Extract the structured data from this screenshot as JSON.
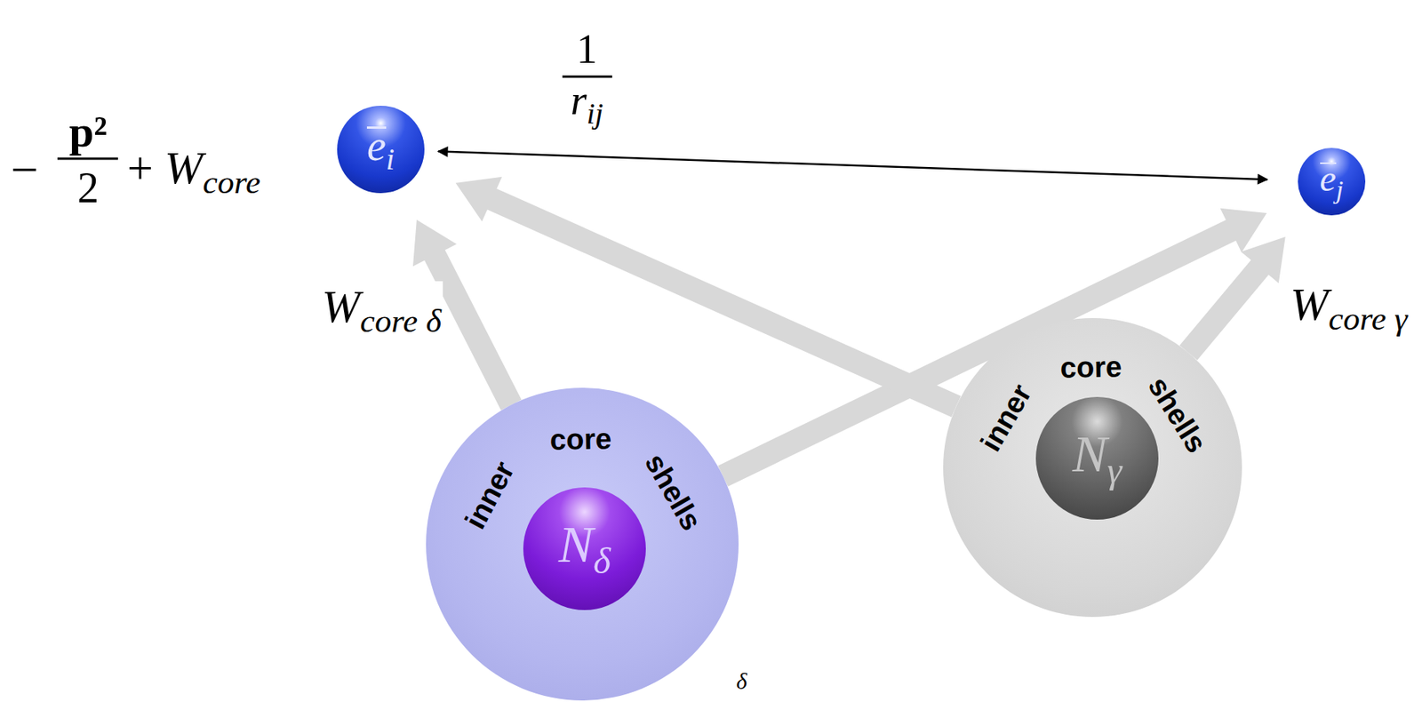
{
  "diagram": {
    "nodes": [
      {
        "text": [
          "ei"
        ]
      },
      {
        "text": [
          "ej"
        ]
      },
      {
        "text": [
          "inner core shells"
        ]
      },
      {
        "text": [
          "Nδ"
        ],
        "in": 2
      },
      {
        "text": [
          "inner core shells"
        ]
      },
      {
        "text": [
          "Nγ"
        ],
        "in": 4
      }
    ],
    "edges": [
      {
        "from": 0,
        "to": 1,
        "arrow": "both"
      },
      {
        "from": 2,
        "to": 0,
        "arrow": "to",
        "label": "Wcore δ"
      },
      {
        "from": 2,
        "to": 1,
        "arrow": "to"
      },
      {
        "from": 4,
        "to": 0,
        "arrow": "to"
      },
      {
        "from": 4,
        "to": 1,
        "arrow": "to",
        "label": "Wcore γ"
      }
    ],
    "labels": [
      "−",
      "p²",
      "2",
      "+ Wcore",
      "1",
      "rij",
      "δ"
    ]
  }
}
